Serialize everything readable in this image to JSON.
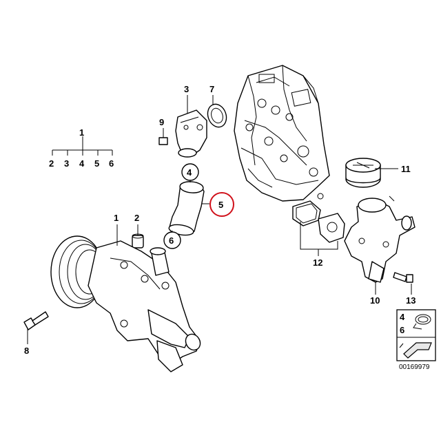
{
  "diagram": {
    "labels": {
      "p1_top": "1",
      "p1_sub": [
        "2",
        "3",
        "4",
        "5",
        "6"
      ],
      "p1": "1",
      "p2": "2",
      "p3": "3",
      "p4": "4",
      "p5": "5",
      "p6": "6",
      "p7": "7",
      "p8": "8",
      "p9": "9",
      "p10": "10",
      "p11": "11",
      "p12": "12",
      "p13": "13"
    },
    "highlighted_part": "5",
    "highlight_color": "#d0101a",
    "legend_box": {
      "top_label": "4",
      "bottom_label": "6"
    },
    "diagram_number": "00169979"
  }
}
